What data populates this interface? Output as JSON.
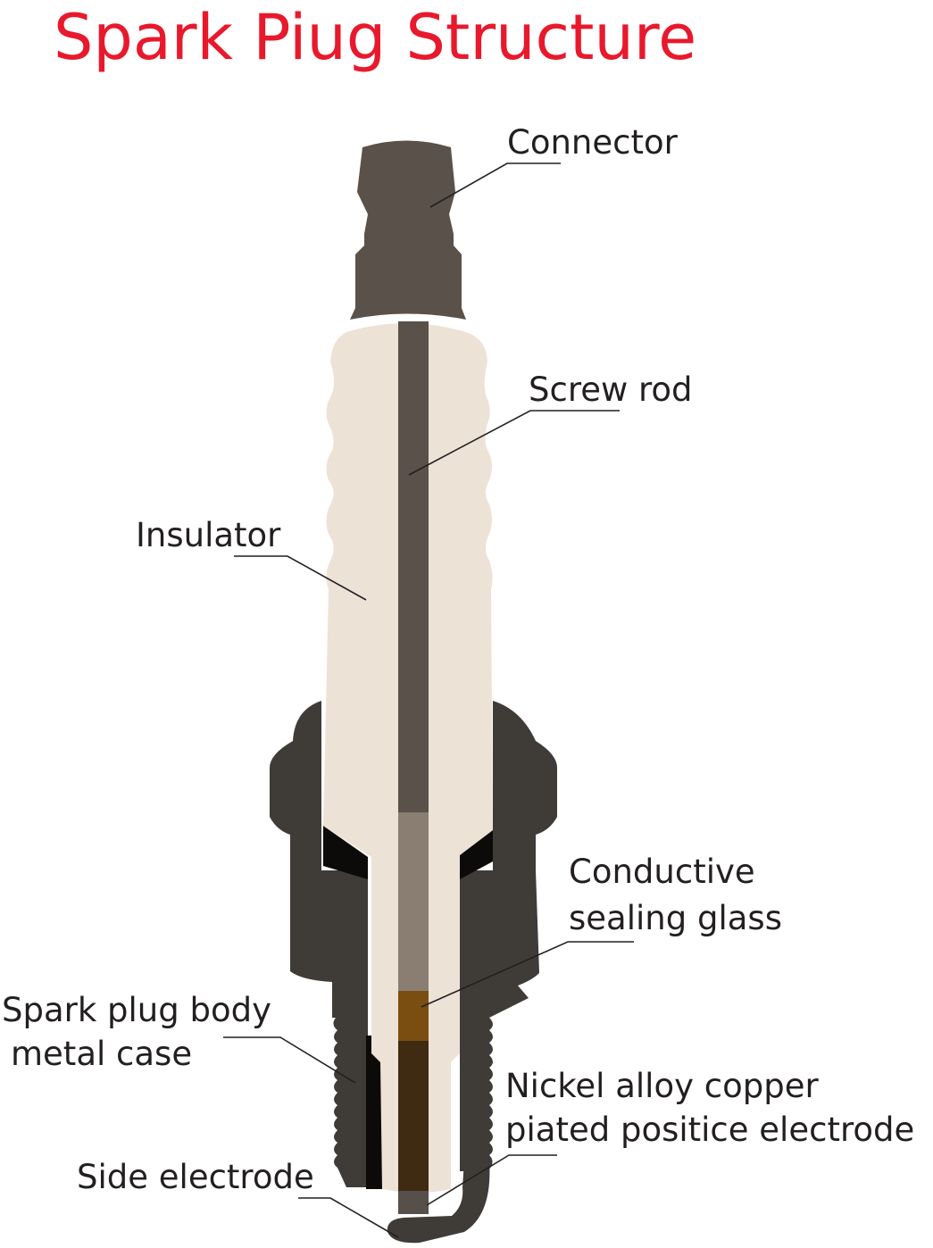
{
  "title": "Spark Piug Structure",
  "labels": {
    "connector": "Connector",
    "screw_rod": "Screw rod",
    "insulator": "Insulator",
    "glass_line1": "Conductive",
    "glass_line2": "sealing glass",
    "body_line1": "Spark plug body",
    "body_line2": "metal case",
    "electrode_line1": "Nickel alloy copper",
    "electrode_line2": "piated positice electrode",
    "side_electrode": "Side electrode"
  },
  "colors": {
    "title": "#e8192c",
    "metal_dark": "#3f3b37",
    "connector": "#5a514a",
    "insulator": "#ede2d6",
    "sealing_glass": "#8a7e72",
    "copper": "#7a4e10",
    "electrode_core": "#3f2a12",
    "text": "#231f20"
  }
}
